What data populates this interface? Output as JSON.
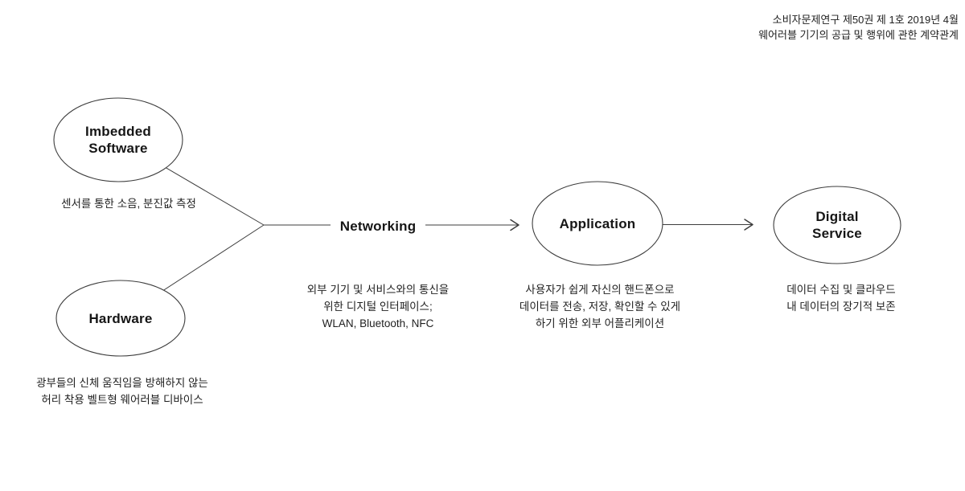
{
  "header": {
    "journal_line": "소비자문제연구 제50권 제 1호 2019년 4월",
    "title_line": "웨어러블 기기의 공급 및 행위에 관한 계약관계"
  },
  "nodes": {
    "imbedded_software": {
      "label": "Imbedded\nSoftware",
      "caption": "센서를 통한 소음, 분진값 측정"
    },
    "hardware": {
      "label": "Hardware",
      "caption": "광부들의 신체 움직임을 방해하지 않는\n허리 착용 벨트형 웨어러블 디바이스"
    },
    "networking": {
      "label": "Networking",
      "caption": "외부 기기 및 서비스와의 통신을\n위한 디지털 인터페이스;\nWLAN, Bluetooth, NFC"
    },
    "application": {
      "label": "Application",
      "caption": "사용자가 쉽게 자신의 핸드폰으로\n데이터를 전송, 저장, 확인할 수 있게\n하기 위한 외부 어플리케이션"
    },
    "digital_service": {
      "label": "Digital\nService",
      "caption": "데이터 수집 및 클라우드\n내 데이터의 장기적 보존"
    }
  },
  "colors": {
    "line": "#3d3d3d",
    "text_primary": "#161616",
    "text_secondary": "#1f1f1f",
    "background": "#ffffff"
  }
}
